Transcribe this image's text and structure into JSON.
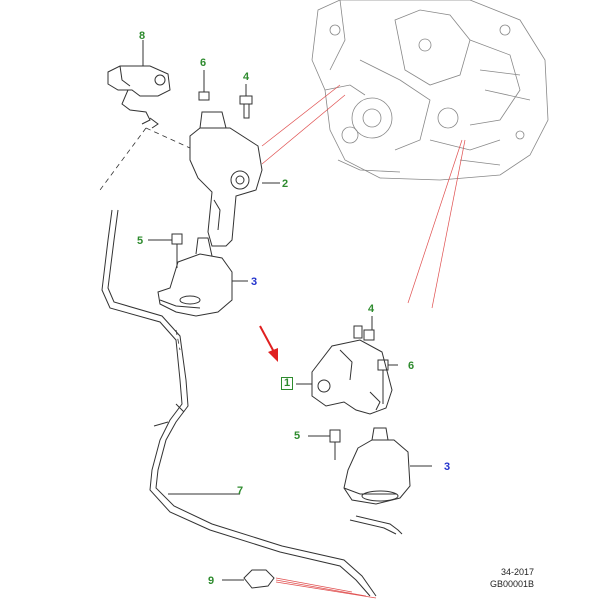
{
  "callouts": {
    "c8": "8",
    "c6_top": "6",
    "c4_top": "4",
    "c2": "2",
    "c5_top": "5",
    "c3_top": "3",
    "c4_right": "4",
    "c1": "1",
    "c6_right": "6",
    "c5_right": "5",
    "c3_right": "3",
    "c7": "7",
    "c9": "9"
  },
  "reference": {
    "code": "34-2017",
    "id": "GB00001B"
  },
  "colors": {
    "line": "#333333",
    "callout_green": "#2e8b2e",
    "callout_blue": "#2233cc",
    "leader_red": "#e05050",
    "arrow_red": "#e02020"
  }
}
